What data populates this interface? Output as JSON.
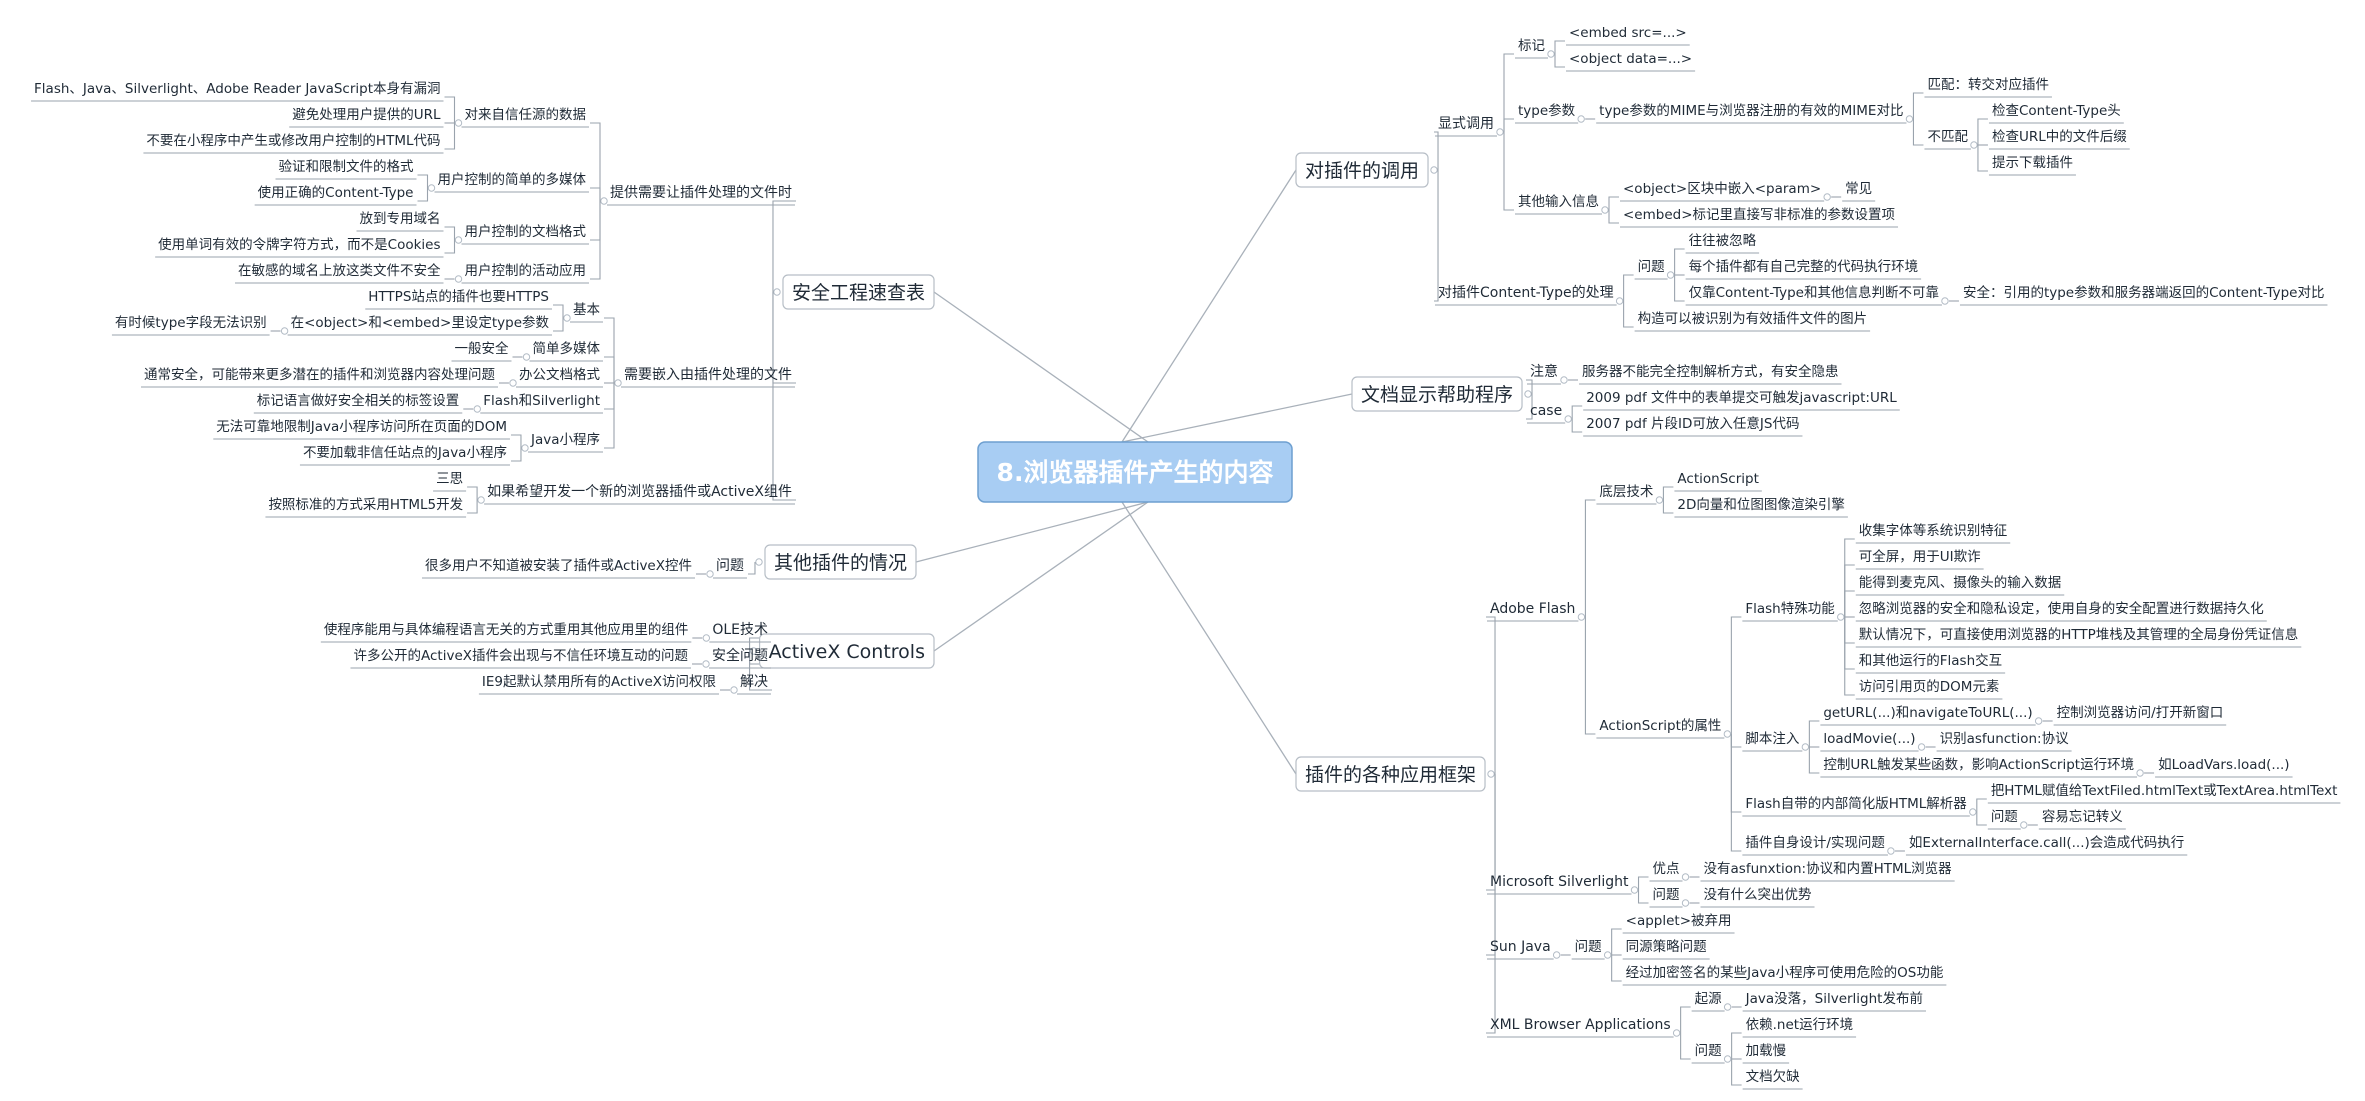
{
  "root": {
    "label": "8.浏览器插件产生的内容"
  },
  "colors": {
    "root_fill": "#a8cdf3",
    "root_stroke": "#6d9fd0",
    "root_text": "#ffffff",
    "line": "#9aa3ad",
    "text": "#1f2a36"
  },
  "right": [
    {
      "label": "对插件的调用",
      "children": [
        {
          "label": "显式调用",
          "children": [
            {
              "label": "标记",
              "children": [
                {
                  "label": "<embed src=...>"
                },
                {
                  "label": "<object data=...>"
                }
              ]
            },
            {
              "label": "type参数",
              "children": [
                {
                  "label": "type参数的MIME与浏览器注册的有效的MIME对比",
                  "children": [
                    {
                      "label": "匹配：转交对应插件"
                    },
                    {
                      "label": "不匹配",
                      "children": [
                        {
                          "label": "检查Content-Type头"
                        },
                        {
                          "label": "检查URL中的文件后缀"
                        },
                        {
                          "label": "提示下载插件"
                        }
                      ]
                    }
                  ]
                }
              ]
            },
            {
              "label": "其他输入信息",
              "children": [
                {
                  "label": "<object>区块中嵌入<param>",
                  "children": [
                    {
                      "label": "常见"
                    }
                  ]
                },
                {
                  "label": "<embed>标记里直接写非标准的参数设置项"
                }
              ]
            }
          ]
        },
        {
          "label": "对插件Content-Type的处理",
          "children": [
            {
              "label": "问题",
              "children": [
                {
                  "label": "往往被忽略"
                },
                {
                  "label": "每个插件都有自己完整的代码执行环境"
                },
                {
                  "label": "仅靠Content-Type和其他信息判断不可靠",
                  "children": [
                    {
                      "label": "安全：引用的type参数和服务器端返回的Content-Type对比"
                    }
                  ]
                }
              ]
            },
            {
              "label": "构造可以被识别为有效插件文件的图片"
            }
          ]
        }
      ]
    },
    {
      "label": "文档显示帮助程序",
      "children": [
        {
          "label": "注意",
          "children": [
            {
              "label": "服务器不能完全控制解析方式，有安全隐患"
            }
          ]
        },
        {
          "label": "case",
          "children": [
            {
              "label": "2009 pdf 文件中的表单提交可触发javascript:URL"
            },
            {
              "label": "2007 pdf 片段ID可放入任意JS代码"
            }
          ]
        }
      ]
    },
    {
      "label": "插件的各种应用框架",
      "children": [
        {
          "label": "Adobe Flash",
          "children": [
            {
              "label": "底层技术",
              "children": [
                {
                  "label": "ActionScript"
                },
                {
                  "label": "2D向量和位图图像渲染引擎"
                }
              ]
            },
            {
              "label": "ActionScript的属性",
              "children": [
                {
                  "label": "Flash特殊功能",
                  "children": [
                    {
                      "label": "收集字体等系统识别特征"
                    },
                    {
                      "label": "可全屏，用于UI欺诈"
                    },
                    {
                      "label": "能得到麦克风、摄像头的输入数据"
                    },
                    {
                      "label": "忽略浏览器的安全和隐私设定，使用自身的安全配置进行数据持久化"
                    },
                    {
                      "label": "默认情况下，可直接使用浏览器的HTTP堆栈及其管理的全局身份凭证信息"
                    },
                    {
                      "label": "和其他运行的Flash交互"
                    },
                    {
                      "label": "访问引用页的DOM元素"
                    }
                  ]
                },
                {
                  "label": "脚本注入",
                  "children": [
                    {
                      "label": "getURL(...)和navigateToURL(...)",
                      "children": [
                        {
                          "label": "控制浏览器访问/打开新窗口"
                        }
                      ]
                    },
                    {
                      "label": "loadMovie(...)",
                      "children": [
                        {
                          "label": "识别asfunction:协议"
                        }
                      ]
                    },
                    {
                      "label": "控制URL触发某些函数，影响ActionScript运行环境",
                      "children": [
                        {
                          "label": "如LoadVars.load(...)"
                        }
                      ]
                    }
                  ]
                },
                {
                  "label": "Flash自带的内部简化版HTML解析器",
                  "children": [
                    {
                      "label": "把HTML赋值给TextFiled.htmlText或TextArea.htmlText"
                    },
                    {
                      "label": "问题",
                      "children": [
                        {
                          "label": "容易忘记转义"
                        }
                      ]
                    }
                  ]
                },
                {
                  "label": "插件自身设计/实现问题",
                  "children": [
                    {
                      "label": "如ExternalInterface.call(...)会造成代码执行"
                    }
                  ]
                }
              ]
            }
          ]
        },
        {
          "label": "Microsoft Silverlight",
          "children": [
            {
              "label": "优点",
              "children": [
                {
                  "label": "没有asfunxtion:协议和内置HTML浏览器"
                }
              ]
            },
            {
              "label": "问题",
              "children": [
                {
                  "label": "没有什么突出优势"
                }
              ]
            }
          ]
        },
        {
          "label": "Sun Java",
          "children": [
            {
              "label": "问题",
              "children": [
                {
                  "label": "<applet>被弃用"
                },
                {
                  "label": "同源策略问题"
                },
                {
                  "label": "经过加密签名的某些Java小程序可使用危险的OS功能"
                }
              ]
            }
          ]
        },
        {
          "label": "XML Browser Applications",
          "children": [
            {
              "label": "起源",
              "children": [
                {
                  "label": "Java没落，Silverlight发布前"
                }
              ]
            },
            {
              "label": "问题",
              "children": [
                {
                  "label": "依赖.net运行环境"
                },
                {
                  "label": "加载慢"
                },
                {
                  "label": "文档欠缺"
                }
              ]
            }
          ]
        }
      ]
    }
  ],
  "left": [
    {
      "label": "安全工程速查表",
      "children": [
        {
          "label": "提供需要让插件处理的文件时",
          "children": [
            {
              "label": "对来自信任源的数据",
              "children": [
                {
                  "label": "Flash、Java、Silverlight、Adobe Reader JavaScript本身有漏洞"
                },
                {
                  "label": "避免处理用户提供的URL"
                },
                {
                  "label": "不要在小程序中产生或修改用户控制的HTML代码"
                }
              ]
            },
            {
              "label": "用户控制的简单的多媒体",
              "children": [
                {
                  "label": "验证和限制文件的格式"
                },
                {
                  "label": "使用正确的Content-Type"
                }
              ]
            },
            {
              "label": "用户控制的文档格式",
              "children": [
                {
                  "label": "放到专用域名"
                },
                {
                  "label": "使用单词有效的令牌字符方式，而不是Cookies"
                }
              ]
            },
            {
              "label": "用户控制的活动应用",
              "children": [
                {
                  "label": "在敏感的域名上放这类文件不安全"
                }
              ]
            }
          ]
        },
        {
          "label": "需要嵌入由插件处理的文件",
          "children": [
            {
              "label": "基本",
              "children": [
                {
                  "label": "HTTPS站点的插件也要HTTPS"
                },
                {
                  "label": "在<object>和<embed>里设定type参数",
                  "children": [
                    {
                      "label": "有时候type字段无法识别"
                    }
                  ]
                }
              ]
            },
            {
              "label": "简单多媒体",
              "children": [
                {
                  "label": "一般安全"
                }
              ]
            },
            {
              "label": "办公文档格式",
              "children": [
                {
                  "label": "通常安全，可能带来更多潜在的插件和浏览器内容处理问题"
                }
              ]
            },
            {
              "label": "Flash和Silverlight",
              "children": [
                {
                  "label": "标记语言做好安全相关的标签设置"
                }
              ]
            },
            {
              "label": "Java小程序",
              "children": [
                {
                  "label": "无法可靠地限制Java小程序访问所在页面的DOM"
                },
                {
                  "label": "不要加载非信任站点的Java小程序"
                }
              ]
            }
          ]
        },
        {
          "label": "如果希望开发一个新的浏览器插件或ActiveX组件",
          "children": [
            {
              "label": "三思"
            },
            {
              "label": "按照标准的方式采用HTML5开发"
            }
          ]
        }
      ]
    },
    {
      "label": "其他插件的情况",
      "children": [
        {
          "label": "问题",
          "children": [
            {
              "label": "很多用户不知道被安装了插件或ActiveX控件"
            }
          ]
        }
      ]
    },
    {
      "label": "ActiveX Controls",
      "children": [
        {
          "label": "OLE技术",
          "children": [
            {
              "label": "使程序能用与具体编程语言无关的方式重用其他应用里的组件"
            }
          ]
        },
        {
          "label": "安全问题",
          "children": [
            {
              "label": "许多公开的ActiveX插件会出现与不信任环境互动的问题"
            }
          ]
        },
        {
          "label": "解决",
          "children": [
            {
              "label": "IE9起默认禁用所有的ActiveX访问权限"
            }
          ]
        }
      ]
    }
  ]
}
